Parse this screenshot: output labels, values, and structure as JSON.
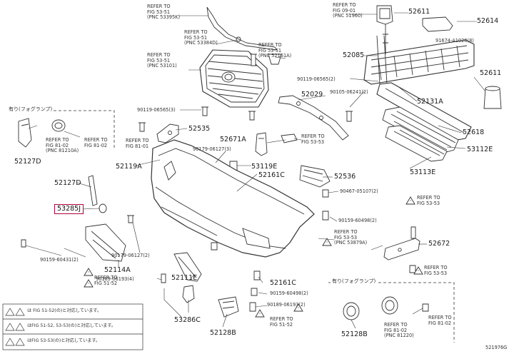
{
  "diagram_id": "521976G",
  "section_labels": {
    "fog_lamp_left": "有り(フォグランプ)",
    "fog_lamp_right": "有り(フォグランプ)"
  },
  "references": {
    "r1": "REFER TO\nFIG 53-51\n(PNC 53395K)",
    "r2": "REFER TO\nFIG 53-51\n(PNC 53384D)",
    "r3": "REFER TO\nFIG 53-51\n(PNC 52161A)",
    "r4": "REFER TO\nFIG 53-51\n(PNC 53101)",
    "r5": "REFER TO\nFIG 09-01\n(PNC 51960)",
    "r6": "REFER TO\nFIG 81-02\n(PNC 81210A)",
    "r7": "REFER TO\nFIG 81-02",
    "r8": "REFER TO\nFIG 81-01",
    "r9": "REFER TO\nFIG 53-53",
    "r10": "REFER TO\nFIG 53-53",
    "r11": "REFER TO\nFIG 53-53\n(PNC 53879A)",
    "r12": "REFER TO\nFIG 51-52",
    "r13": "REFER TO\nFIG 51-52",
    "r14": "REFER TO\nFIG 81-02\n(PNC 81220)",
    "r15": "REFER TO\nFIG 81-02",
    "r16": "REFER TO\nFIG 53-53"
  },
  "parts": {
    "p52611a": "52611",
    "p52614": "52614",
    "p91674": "91674-A1028(8)",
    "p52085": "52085",
    "p90119a": "90119-06565(2)",
    "p52611b": "52611",
    "p52029": "52029",
    "p90105": "90105-06241(2)",
    "p52131a": "52131A",
    "p90119b": "90119-06565(3)",
    "p52535": "52535",
    "p52618": "52618",
    "p52671a": "52671A",
    "p53112e": "53112E",
    "p52127d_top": "52127D",
    "p52119a": "52119A",
    "p90179a": "90179-06127(3)",
    "p53113e": "53113E",
    "p53119e": "53119E",
    "p52161c_a": "52161C",
    "p52536": "52536",
    "p52127d_mid": "52127D",
    "p90467": "90467-05107(2)",
    "p53285j": "53285J",
    "p90159a": "90159-60498(2)",
    "p52672": "52672",
    "p90179b": "90179-06127(2)",
    "p90159b": "90159-60431(2)",
    "p52114a": "52114A",
    "p90189a": "90189-06193(4)",
    "p52111e": "52111E",
    "p52161c_b": "52161C",
    "p90159c": "90159-60498(2)",
    "p90189b": "90189-06193(2)",
    "p53286c": "53286C",
    "p52128b_a": "52128B",
    "p52128b_b": "52128B"
  },
  "notes": {
    "n1": "は FIG 51-52(の)と対応しています。",
    "n2": "はFIG 51-52, 53-53(の)と対応しています。",
    "n3": "はFIG 53-53(の)と対応しています。"
  }
}
